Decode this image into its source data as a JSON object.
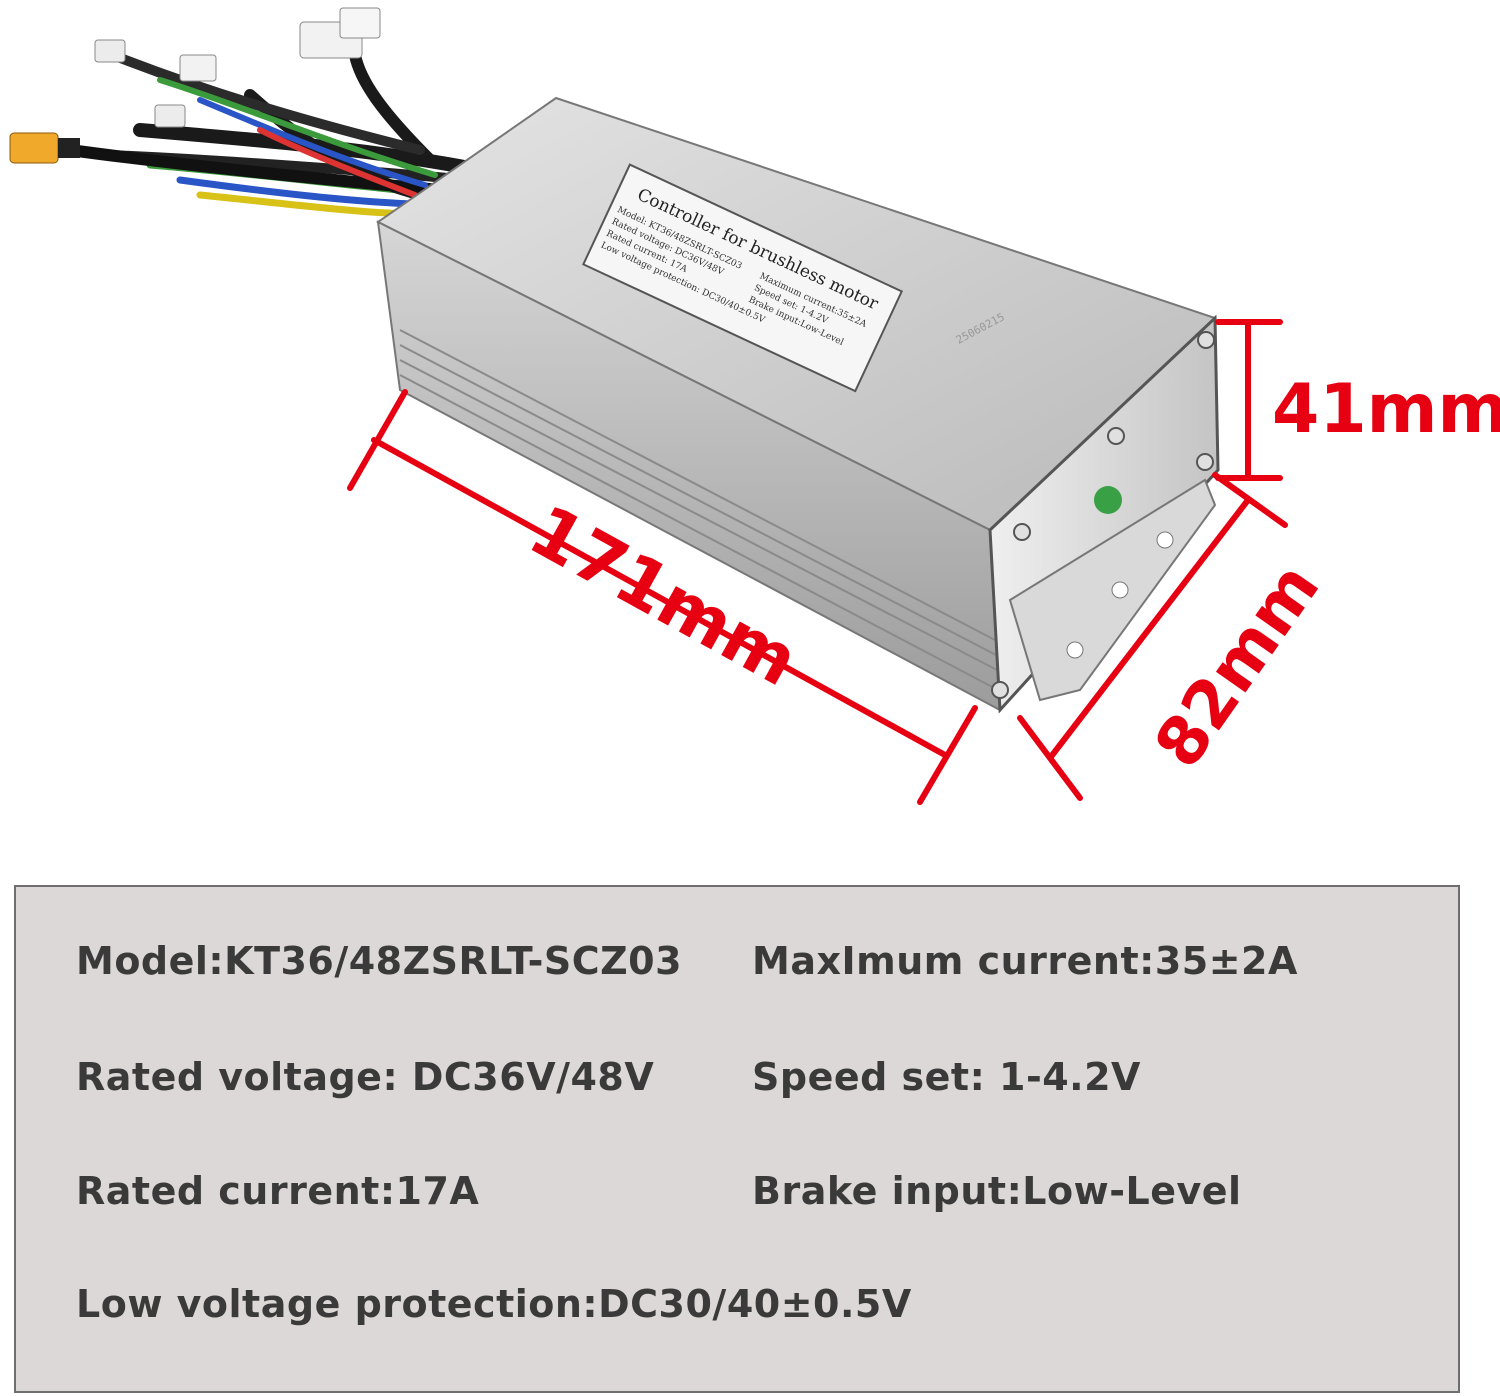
{
  "product": {
    "label_title": "Controller for brushless motor",
    "label_lines": [
      "Model: KT36/48ZSRLT-SCZ03",
      "Rated voltage: DC36V/48V",
      "Rated current: 17A",
      "Low voltage protection: DC30/40±0.5V",
      "Maximum current:35±2A",
      "Speed set: 1-4.2V",
      "Brake input:Low-Level"
    ],
    "serial": "25060215"
  },
  "dimensions": {
    "length": "171mm",
    "height": "41mm",
    "width": "82mm"
  },
  "specs": {
    "model": "Model:KT36/48ZSRLT-SCZ03",
    "max_current": "MaxImum current:35±2A",
    "rated_voltage": "Rated voltage: DC36V/48V",
    "speed_set": "Speed set: 1-4.2V",
    "rated_current": "Rated current:17A",
    "brake_input": "Brake input:Low-Level",
    "low_voltage": "Low voltage protection:DC30/40±0.5V"
  },
  "colors": {
    "dimension_red": "#e60012",
    "panel_bg": "#dcd8d7",
    "housing": "#c9c9c9"
  }
}
